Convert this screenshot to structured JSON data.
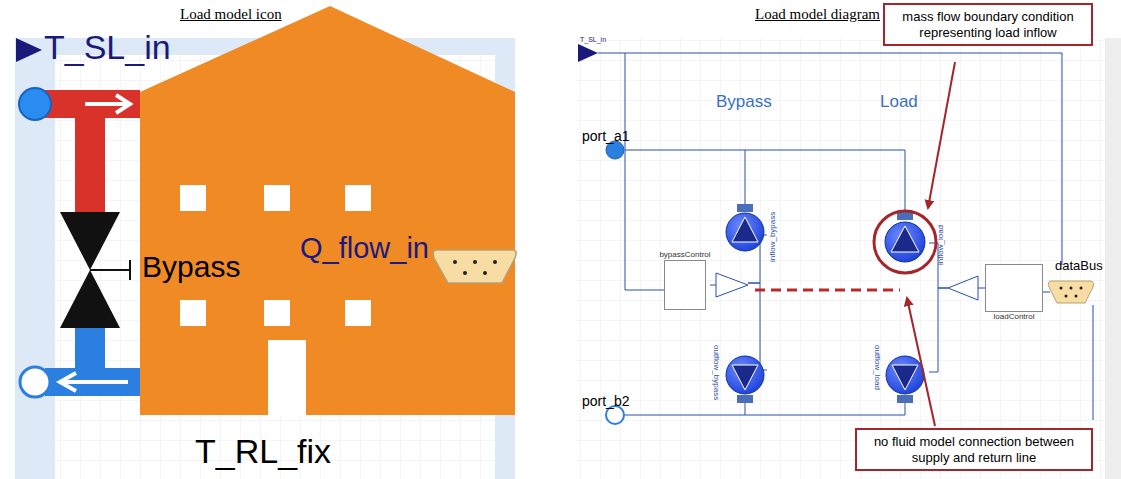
{
  "diagram": {
    "nodes": [
      {
        "text": [
          "bypassControl"
        ]
      },
      {
        "text": [
          "loadControl"
        ]
      },
      {
        "text": [
          "mass flow boundary condition representing load inflow"
        ]
      },
      {
        "text": [
          "no fluid model connection between supply and return line"
        ]
      }
    ],
    "labels": [
      "Load model icon",
      "Load model diagram",
      "T_SL_in",
      "Bypass",
      "Q_flow_in",
      "T_RL_fix",
      "T_SL_in",
      "port_a1",
      "Bypass",
      "Load",
      "dataBus",
      "port_b2",
      "inflow_bypass",
      "outflow_bypass",
      "inflow_load",
      "outflow_load"
    ]
  }
}
